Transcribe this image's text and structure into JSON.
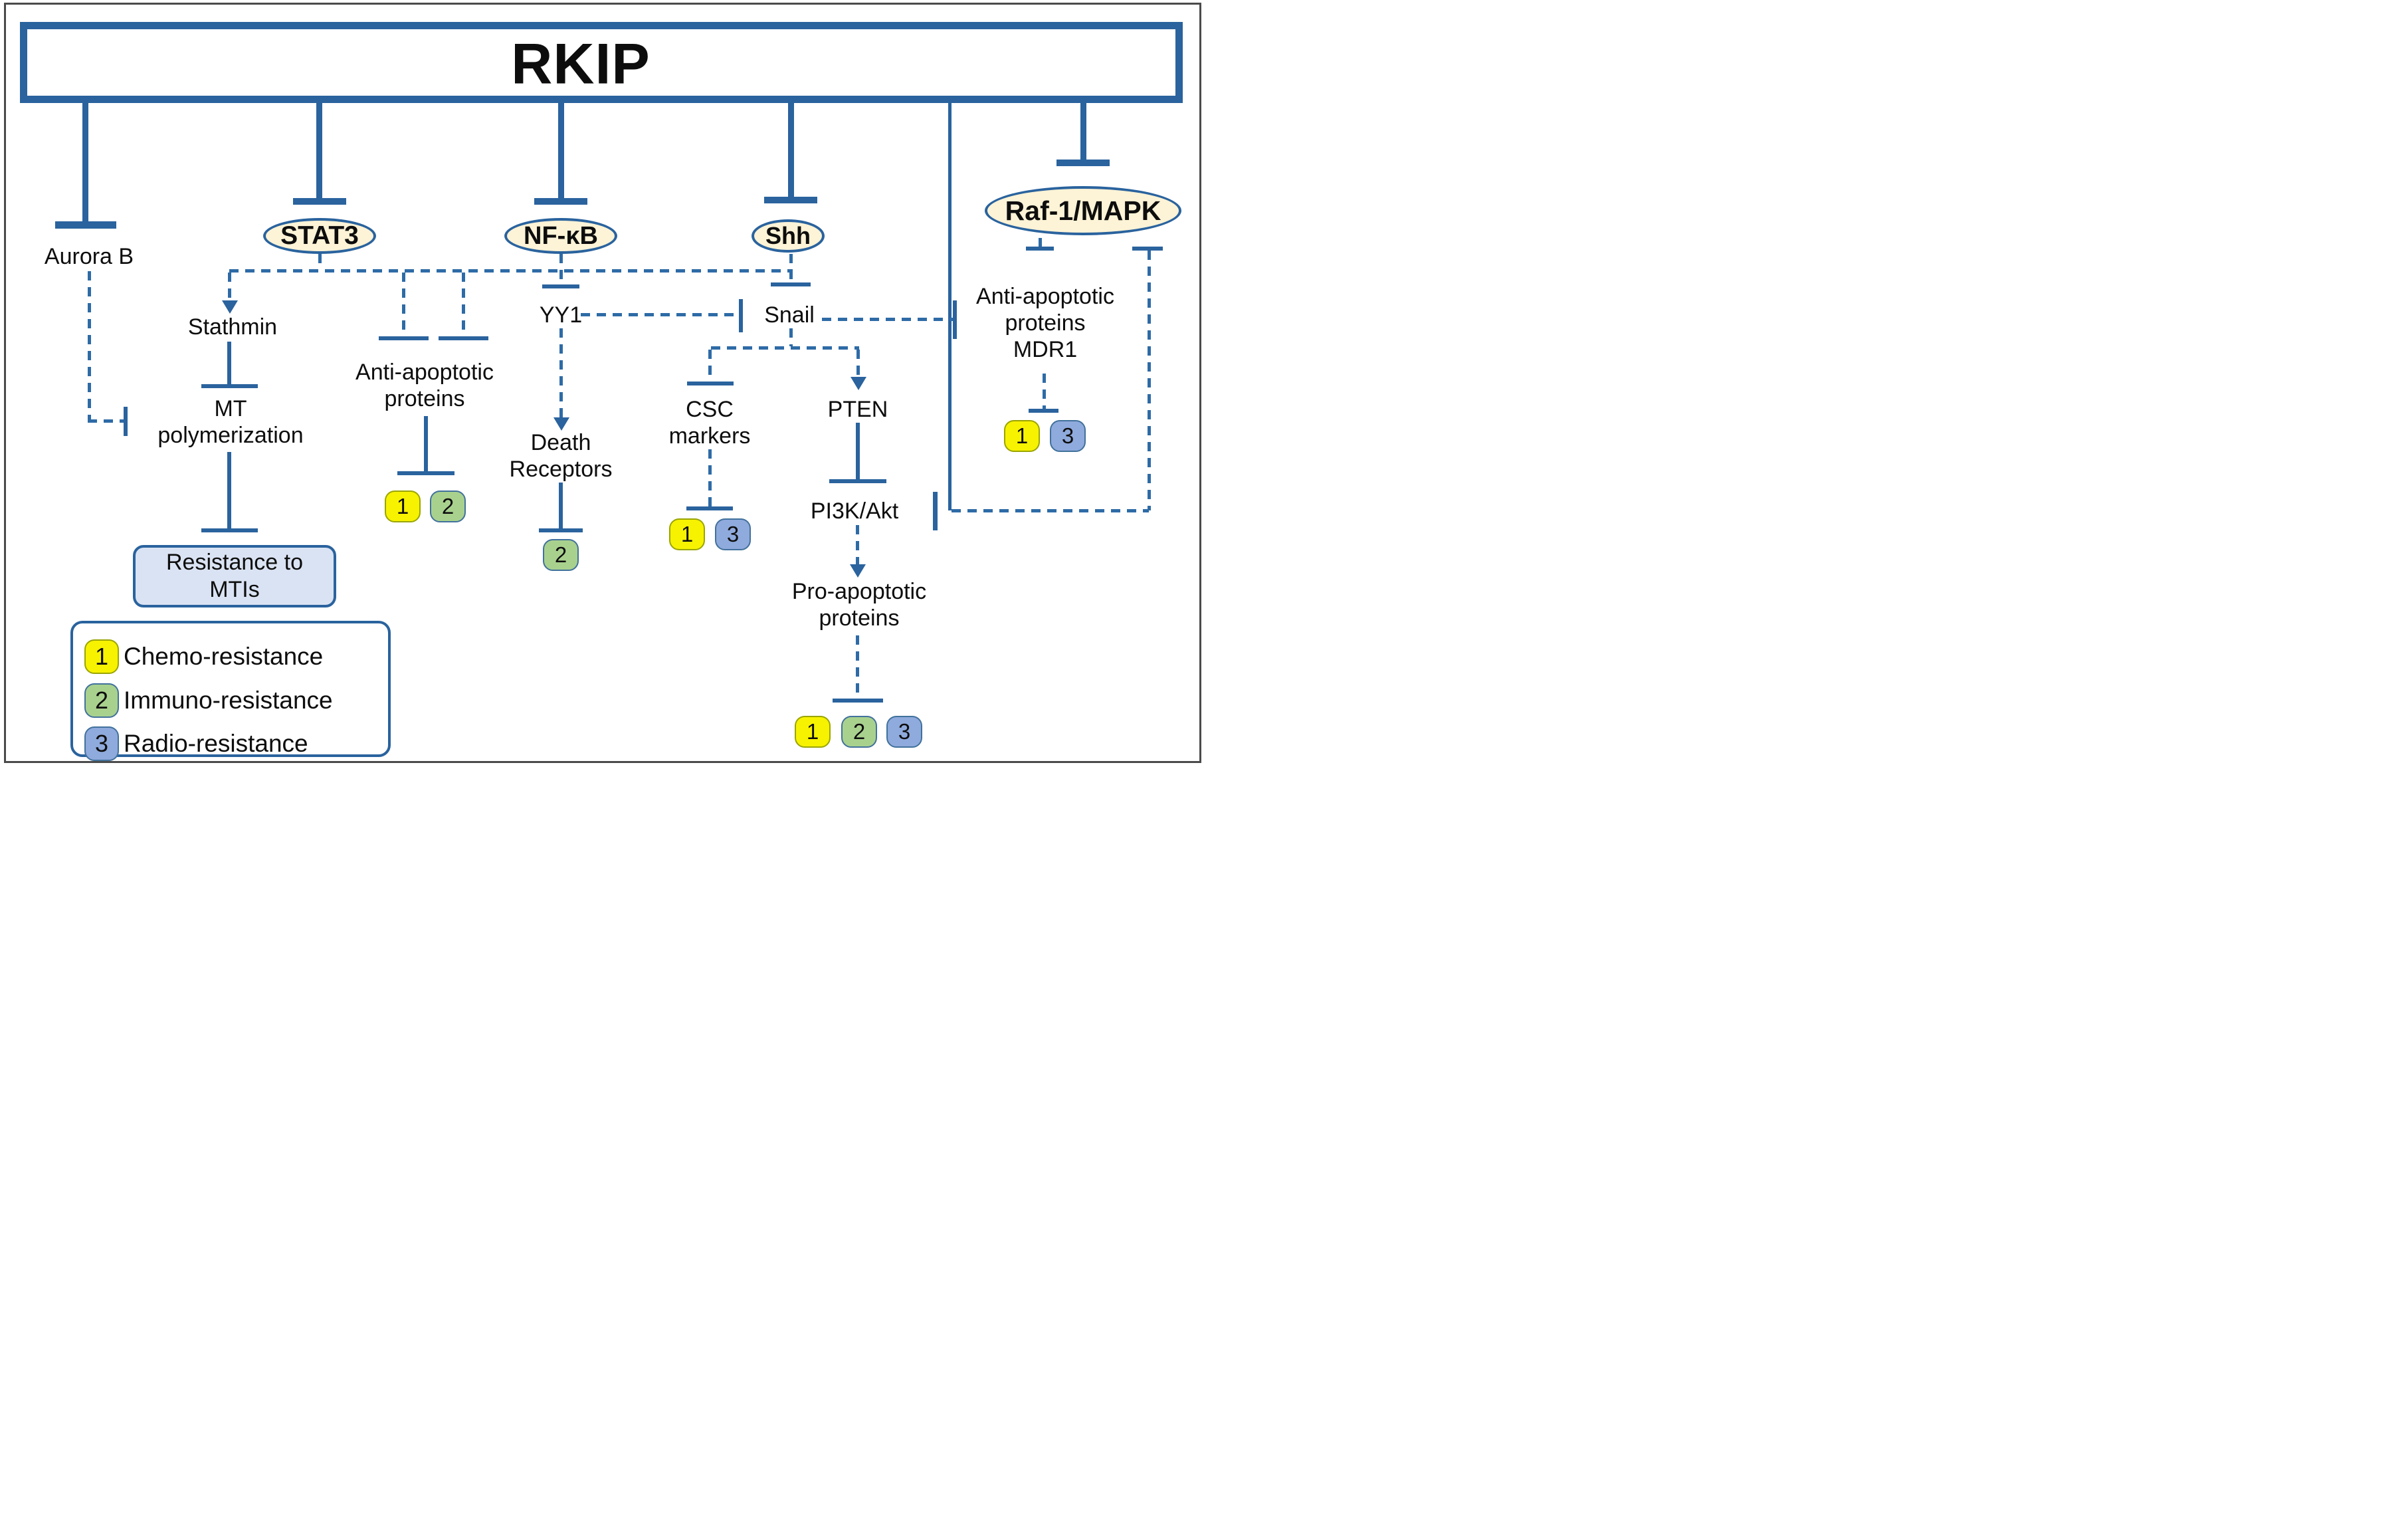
{
  "frame": {
    "title": "RKIP"
  },
  "pathways": {
    "aurora_b": {
      "label": "Aurora B"
    },
    "stat3": {
      "label": "STAT3"
    },
    "nfkb": {
      "label": "NF-κB"
    },
    "shh": {
      "label": "Shh"
    },
    "raf_mapk": {
      "label": "Raf-1/MAPK"
    },
    "stathmin": {
      "label": "Stathmin"
    },
    "mt_polymerization": {
      "line1": "MT",
      "line2": "polymerization"
    },
    "resistance_to_mtis": {
      "line1": "Resistance to",
      "line2": "MTIs"
    },
    "anti_apoptotic_left": {
      "line1": "Anti-apoptotic",
      "line2": "proteins"
    },
    "yy1": {
      "label": "YY1"
    },
    "death_receptors": {
      "line1": "Death",
      "line2": "Receptors"
    },
    "snail": {
      "label": "Snail"
    },
    "csc_markers": {
      "line1": "CSC",
      "line2": "markers"
    },
    "pten": {
      "label": "PTEN"
    },
    "pi3k_akt": {
      "label": "PI3K/Akt"
    },
    "pro_apoptotic": {
      "line1": "Pro-apoptotic",
      "line2": "proteins"
    },
    "anti_apoptotic_mdr1": {
      "line1": "Anti-apoptotic",
      "line2": "proteins",
      "line3": "MDR1"
    }
  },
  "badges": {
    "anti_apoptotic_left": [
      "1",
      "2"
    ],
    "death_receptors": [
      "2"
    ],
    "csc_markers": [
      "1",
      "3"
    ],
    "pro_apoptotic": [
      "1",
      "2",
      "3"
    ],
    "anti_apoptotic_mdr1": [
      "1",
      "3"
    ]
  },
  "legend": {
    "items": [
      {
        "num": "1",
        "label": "Chemo-resistance",
        "color": "#f7f200"
      },
      {
        "num": "2",
        "label": "Immuno-resistance",
        "color": "#a9d18e"
      },
      {
        "num": "3",
        "label": "Radio-resistance",
        "color": "#8faadc"
      }
    ]
  },
  "colors": {
    "line_blue": "#2a639e",
    "dash_blue": "#2e6ba6",
    "oval_fill": "#fdf3d6",
    "resistance_box_fill": "#dae3f3",
    "badge_yellow": "#f7f200",
    "badge_green": "#a9d18e",
    "badge_blue": "#8faadc",
    "badge_yellow_border": "#9aa500",
    "badge_blue_border": "#41719c"
  }
}
